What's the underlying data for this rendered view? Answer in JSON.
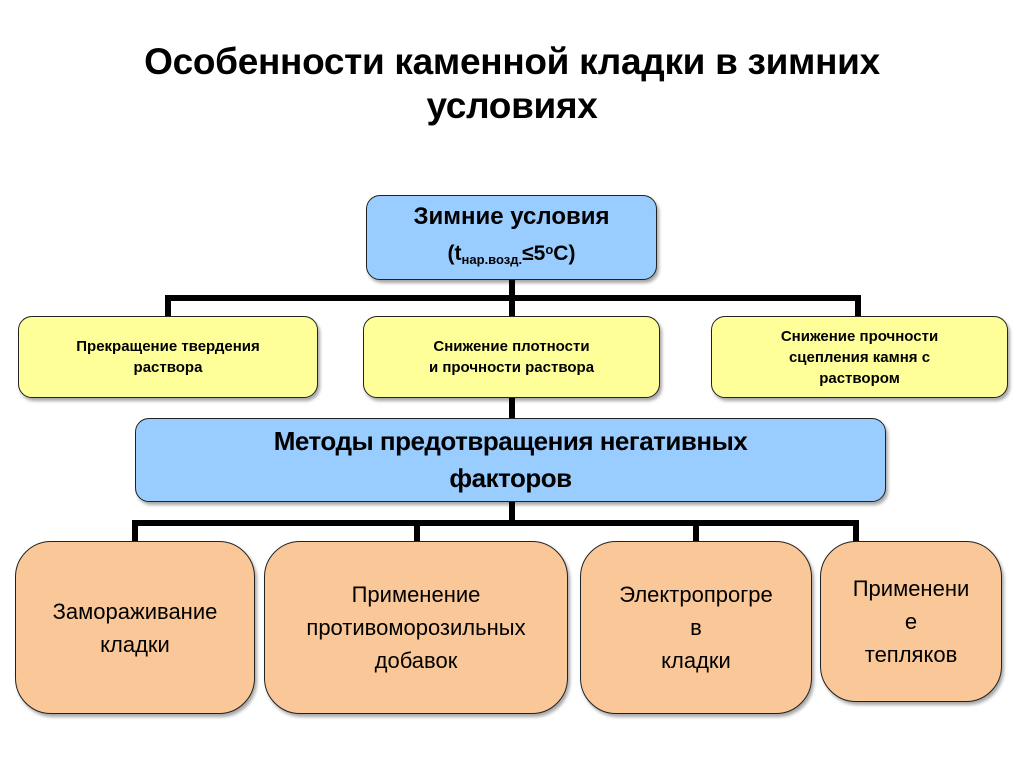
{
  "title": {
    "line1": "Особенности каменной кладки в зимних",
    "line2": "условиях"
  },
  "root": {
    "line1": "Зимние условия",
    "open": "(t",
    "subscript": "нар.возд.",
    "relation": "≤5",
    "superscript": "о",
    "close": "С)"
  },
  "effects": [
    {
      "text": "Прекращение твердения\nраствора"
    },
    {
      "text": "Снижение плотности\nи прочности раствора"
    },
    {
      "text": "Снижение прочности\nсцепления камня с\nраствором"
    }
  ],
  "methods_header": {
    "text": "Методы предотвращения негативных\nфакторов"
  },
  "methods": [
    {
      "text": "Замораживание\nкладки"
    },
    {
      "text": "Применение\nпротивоморозильных\nдобавок"
    },
    {
      "text": "Электропрогре\nв\nкладки"
    },
    {
      "text": "Применени\nе\nтепляков"
    }
  ],
  "colors": {
    "blue_box": "#99ccff",
    "yellow_box": "#ffff99",
    "orange_box": "#fac898",
    "connector": "#000000"
  }
}
